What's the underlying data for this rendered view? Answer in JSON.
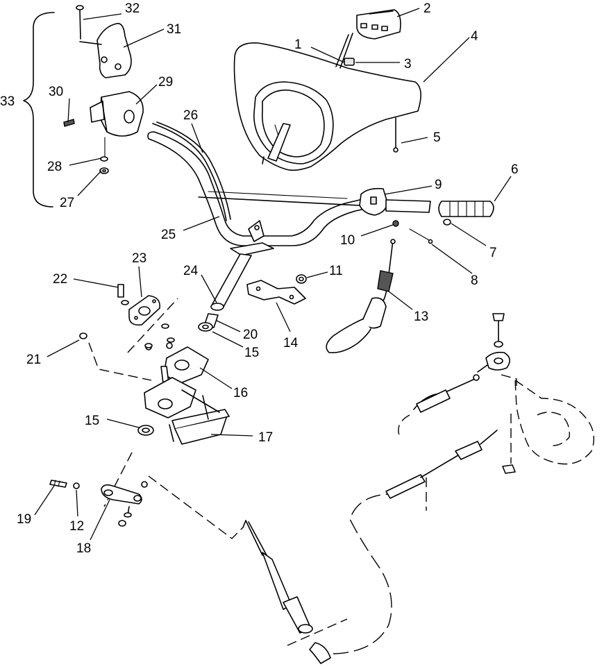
{
  "callouts": [
    "1",
    "2",
    "3",
    "4",
    "5",
    "6",
    "7",
    "8",
    "9",
    "10",
    "11",
    "12",
    "13",
    "14",
    "15",
    "15",
    "16",
    "17",
    "18",
    "19",
    "20",
    "21",
    "22",
    "23",
    "24",
    "25",
    "26",
    "27",
    "28",
    "29",
    "30",
    "31",
    "32",
    "33"
  ]
}
